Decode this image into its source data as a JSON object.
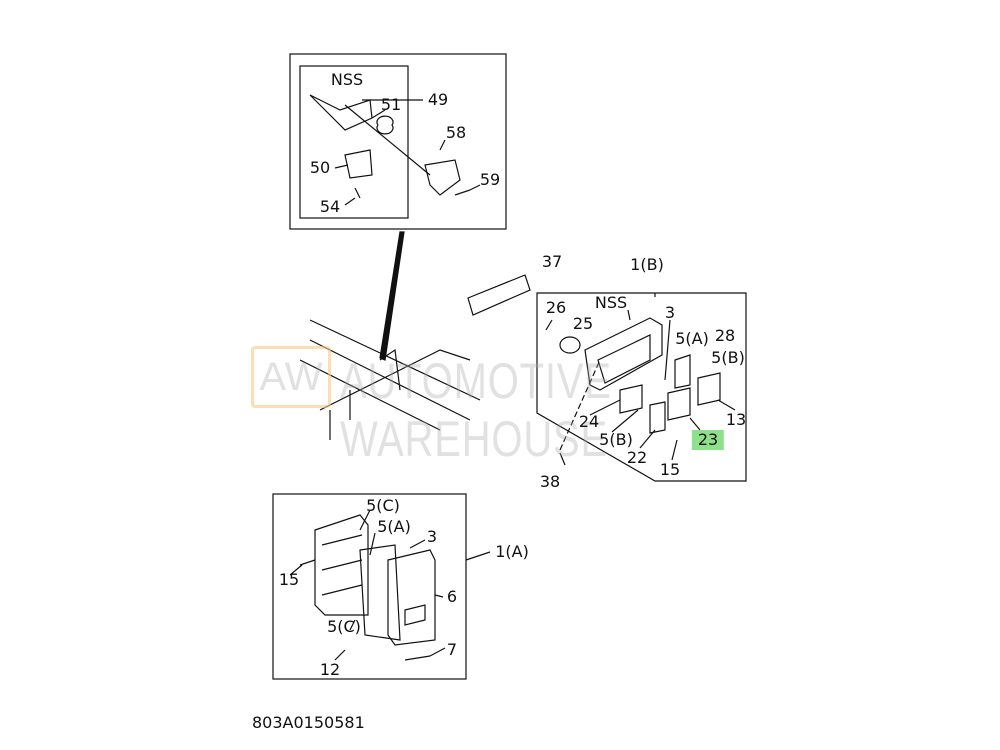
{
  "watermark": {
    "logo": "AW",
    "text": "AUTOMOTIVE WAREHOUSE"
  },
  "drawing_code": "803A0150581",
  "highlight_color": "#8fe08a",
  "callouts": {
    "top": {
      "nss": "NSS",
      "p51": "51",
      "p49": "49",
      "p58": "58",
      "p50": "50",
      "p59": "59",
      "p54": "54"
    },
    "right": {
      "p37": "37",
      "p1b": "1(B)",
      "p26": "26",
      "nss": "NSS",
      "p25": "25",
      "p3": "3",
      "p5a": "5(A)",
      "p28": "28",
      "p5b_top": "5(B)",
      "p24": "24",
      "p13": "13",
      "p5b": "5(B)",
      "p23": "23",
      "p22": "22",
      "p15": "15",
      "p38": "38"
    },
    "bottom": {
      "p5c_top": "5(C)",
      "p5a": "5(A)",
      "p3": "3",
      "p1a": "1(A)",
      "p15": "15",
      "p6": "6",
      "p5c": "5(C)",
      "p7": "7",
      "p12": "12"
    }
  }
}
